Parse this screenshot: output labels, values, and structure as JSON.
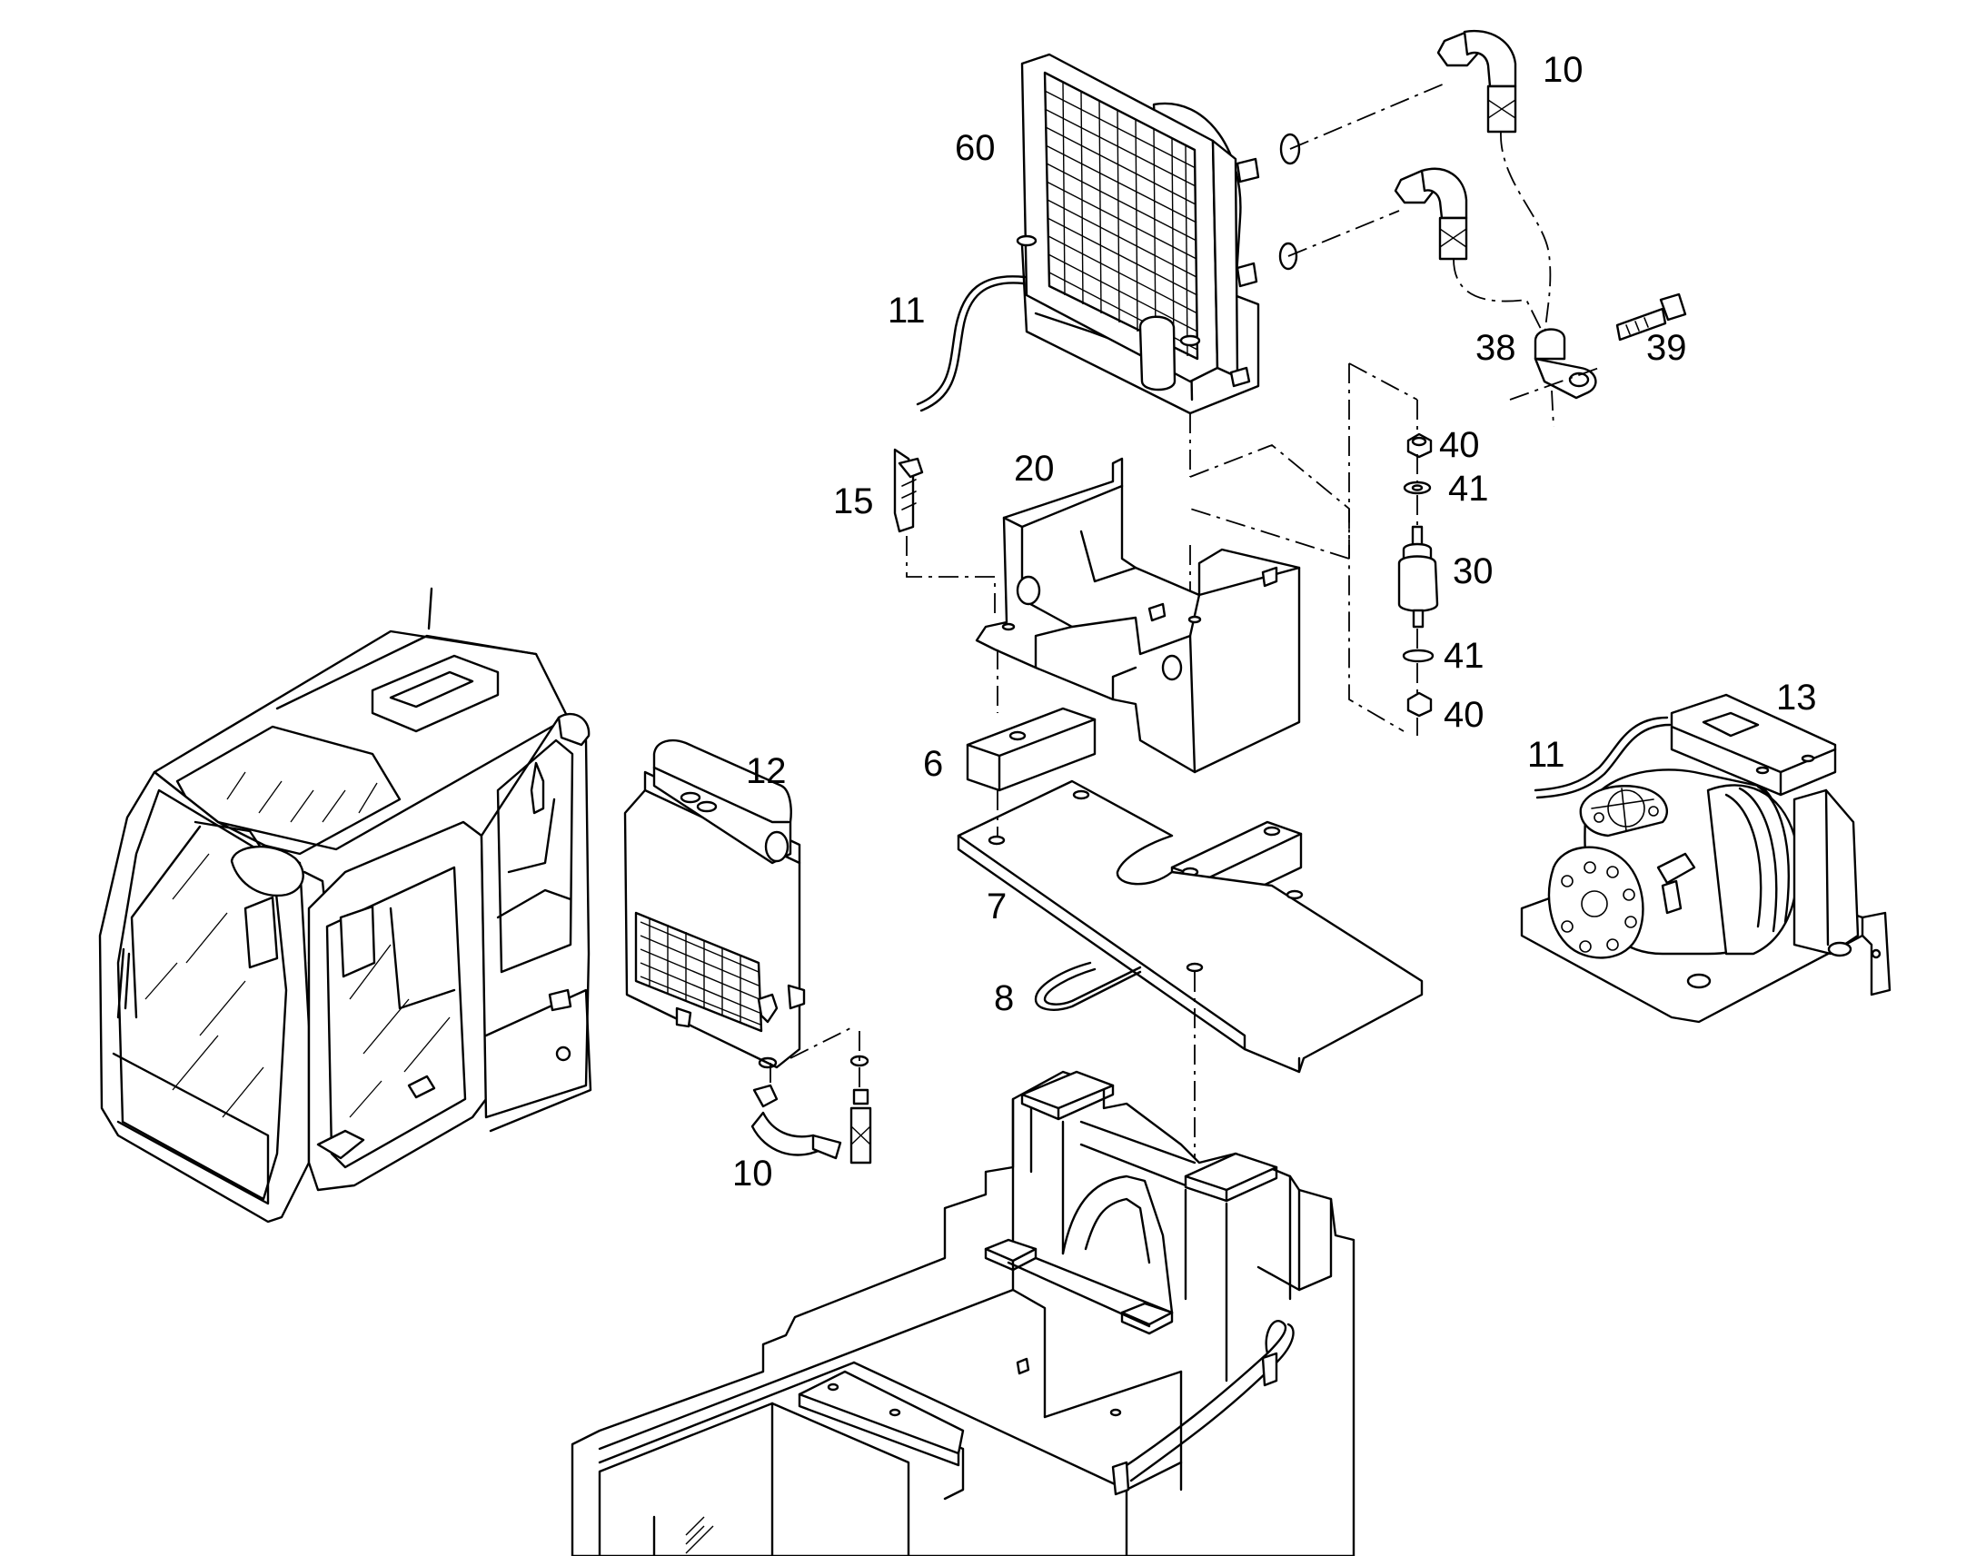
{
  "diagram": {
    "type": "exploded parts diagram",
    "callouts": {
      "c60": "60",
      "c10_top": "10",
      "c11_top": "11",
      "c38": "38",
      "c39": "39",
      "c40_top": "40",
      "c41_top": "41",
      "c30": "30",
      "c41_bottom": "41",
      "c40_bottom": "40",
      "c15": "15",
      "c20": "20",
      "c6": "6",
      "c7": "7",
      "c8": "8",
      "c12": "12",
      "c10_bottom": "10",
      "c13": "13",
      "c11_right": "11"
    },
    "parts": [
      "condenser",
      "hose-fitting",
      "refrigerant-hose",
      "hose-clamp",
      "bolt",
      "nut",
      "washer",
      "rubber-mount",
      "mounting-bracket",
      "spacer-block",
      "mounting-plate",
      "u-clip",
      "heater-unit",
      "compressor",
      "operator-cab",
      "machine-frame"
    ]
  }
}
